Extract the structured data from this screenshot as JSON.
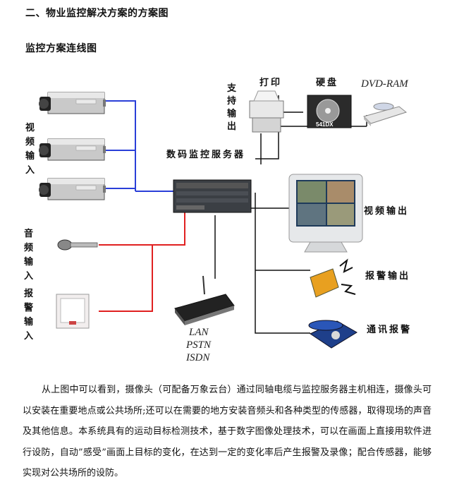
{
  "section_title": "二、物业监控解决方案的方案图",
  "subsection_title": "监控方案连线图",
  "diagram": {
    "video_input_label": "视频输入",
    "audio_input_label": "音频输入",
    "alarm_input_label": "报警输入",
    "server_label": "数码监控服务器",
    "print_support_label": "支持输出",
    "printer_label": "打印",
    "hdd_label": "硬盘",
    "hdd_model": "541DX",
    "dvd_label": "DVD-RAM",
    "video_output_label": "视频输出",
    "alarm_output_label": "报警输出",
    "comm_alarm_label": "通讯报警",
    "network_lines": [
      "LAN",
      "PSTN",
      "ISDN"
    ]
  },
  "paragraph": "从上图中可以看到，摄像头（可配备万象云台）通过同轴电缆与监控服务器主机相连，摄像头可以安装在重要地点或公共场所;还可以在需要的地方安装音频头和各种类型的传感器，取得现场的声音及其他信息。本系统具有的运动目标检测技术，基于数字图像处理技术，可以在画面上直接用软件进行设防，自动”感受”画面上目标的变化，在达到一定的变化率后产生报警及录像；配合传感器，能够实现对公共场所的设防。"
}
